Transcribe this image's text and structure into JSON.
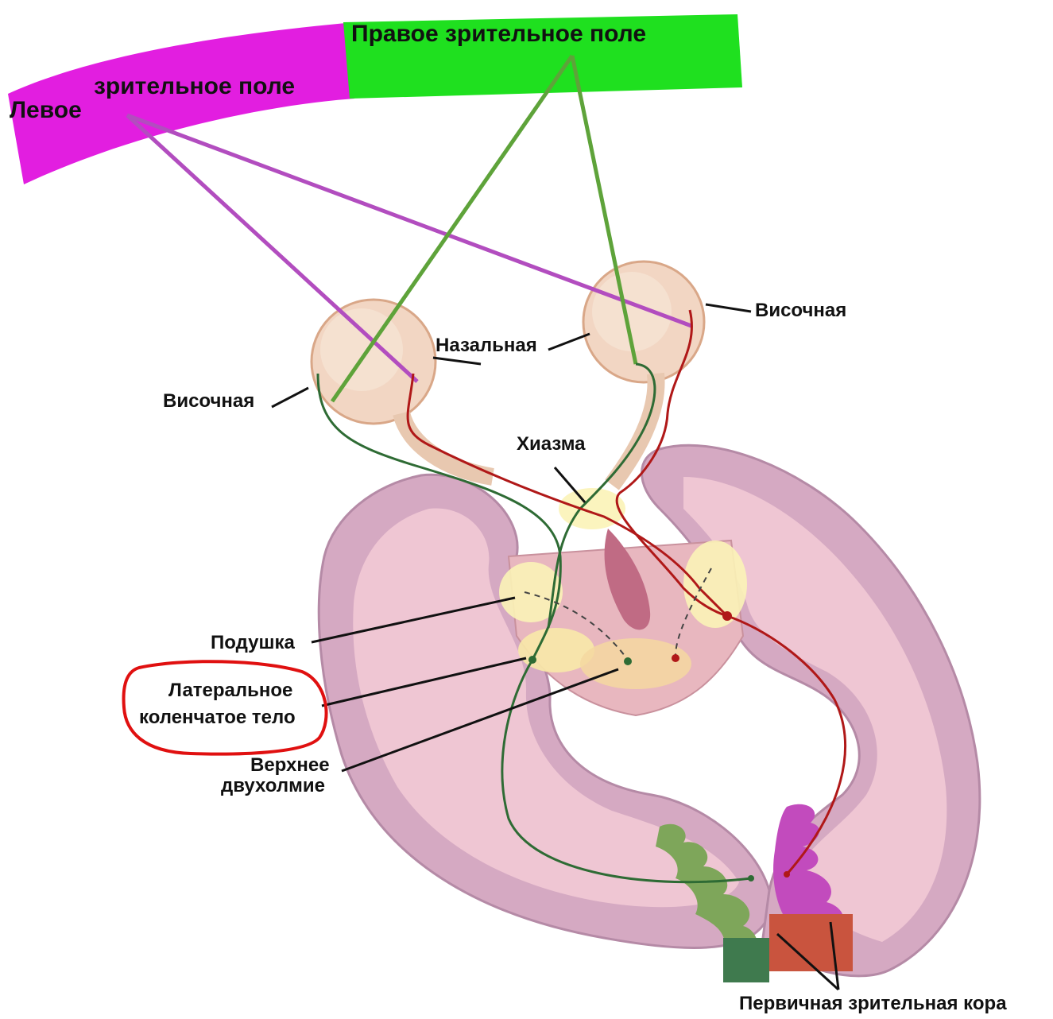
{
  "fields": {
    "left_word": "Левое",
    "left_rest": "зрительное  поле",
    "right": "Правое  зрительное поле"
  },
  "labels": {
    "temporal_right": "Височная",
    "nasal": "Назальная",
    "temporal_left": "Височная",
    "chiasm": "Хиазма",
    "pulvinar": "Подушка",
    "lgn_line1": "Латеральное",
    "lgn_line2": "коленчатое тело",
    "colliculus_line1": "Верхнее",
    "colliculus_line2": "двухолмие",
    "cortex": "Первичная зрительная кора"
  },
  "colors": {
    "left_field": "#e21ee0",
    "right_field": "#1fe01f",
    "magenta_ray": "#b24dbf",
    "green_ray": "#5ea33a",
    "green_fiber": "#2e6b34",
    "red_fiber": "#b01818",
    "brain_tissue": "#d8b0c4",
    "brain_inner": "#f0c8d2",
    "highlight_circle": "#e01010"
  }
}
